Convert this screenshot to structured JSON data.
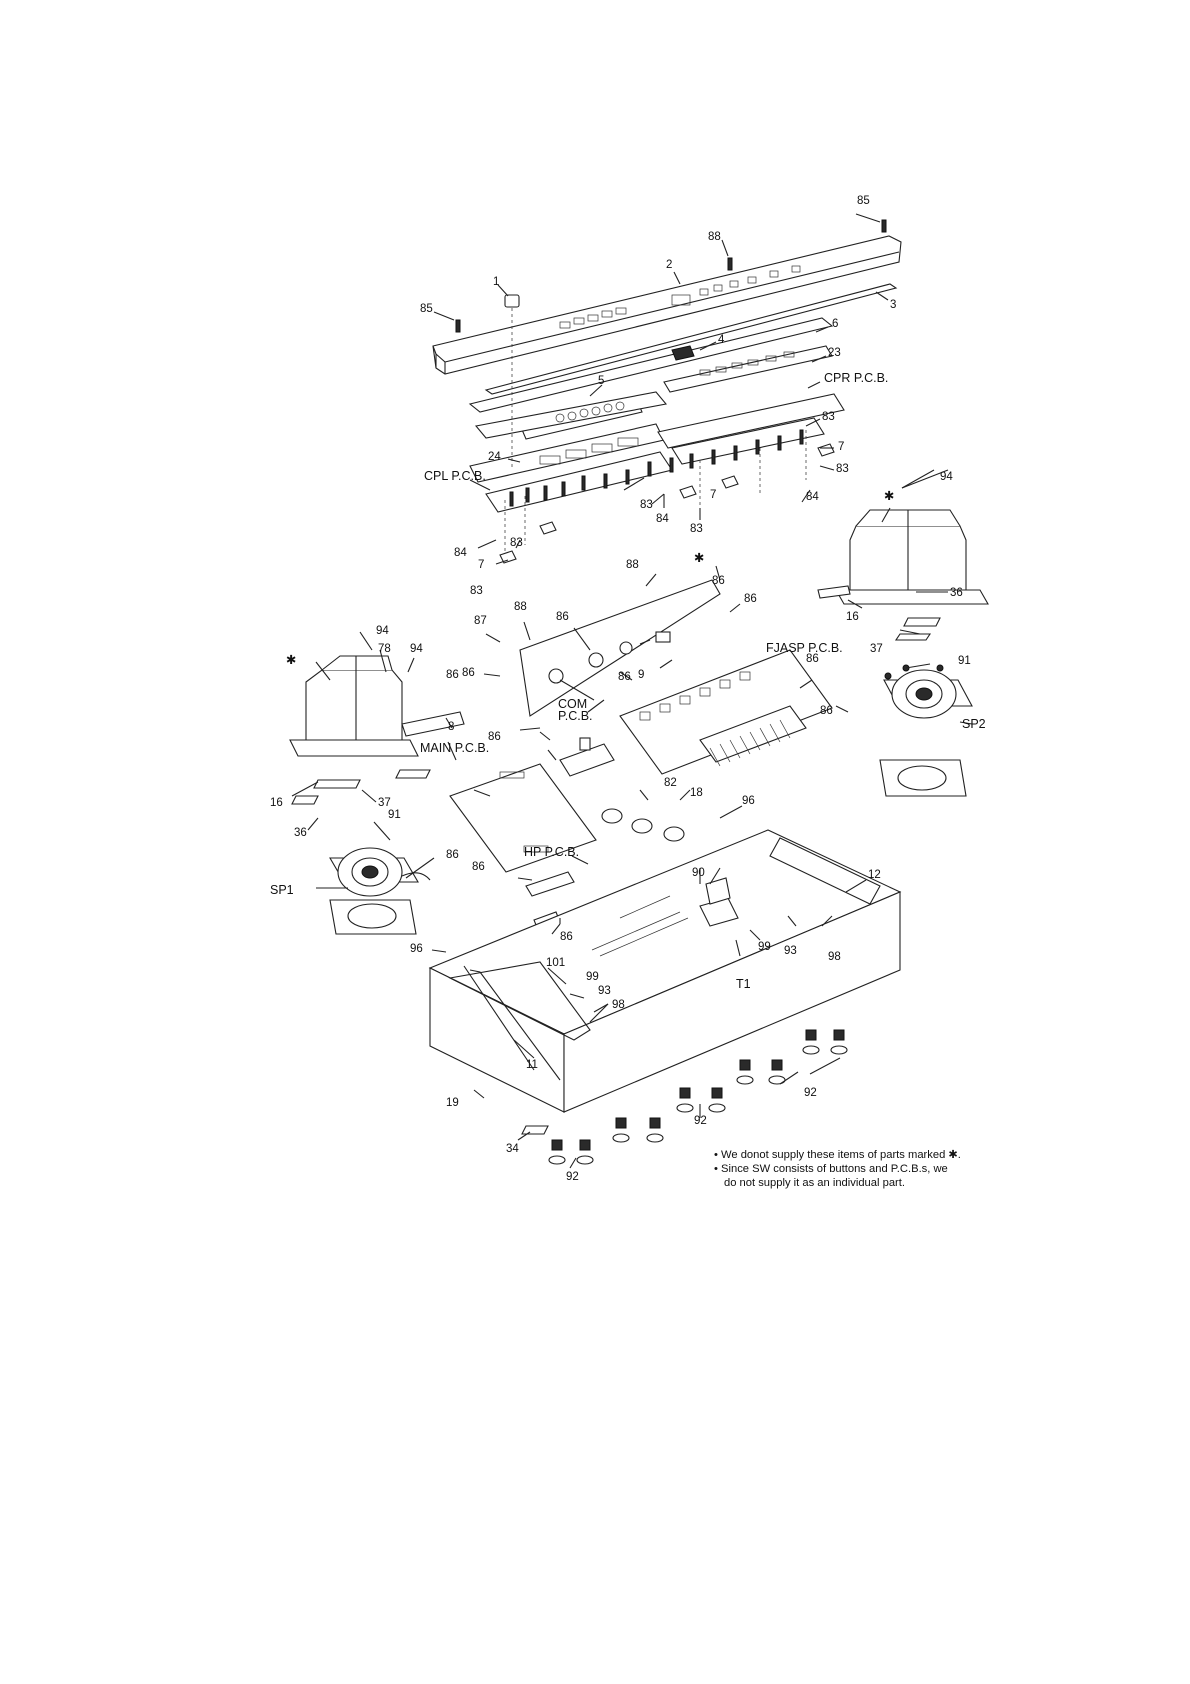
{
  "labels": {
    "l85a": "85",
    "l88a": "88",
    "l2": "2",
    "l3": "3",
    "l1": "1",
    "l85b": "85",
    "l6": "6",
    "l4": "4",
    "l23": "23",
    "l5": "5",
    "cpr": "CPR P.C.B.",
    "l83a": "83",
    "l7a": "7",
    "l83b": "83",
    "l24": "24",
    "cpl": "CPL P.C.B.",
    "l83c": "83",
    "l84a": "84",
    "l7b": "7",
    "l84b": "84",
    "l83d": "83",
    "l84c": "84",
    "l83e": "83",
    "l7c": "7",
    "l83f": "83",
    "l94a": "94",
    "star1": "✱",
    "l16a": "16",
    "l36a": "36",
    "l37a": "37",
    "l91a": "91",
    "l88b": "88",
    "star2": "✱",
    "l86a": "86",
    "l86b": "86",
    "l87": "87",
    "l88c": "88",
    "l86c": "86",
    "l9": "9",
    "fjasp": "FJASP P.C.B.",
    "l86d": "86",
    "l86e": "86",
    "l86f": "86",
    "com1": "COM",
    "com2": "P.C.B.",
    "l86g": "86",
    "sp2": "SP2",
    "l94b": "94",
    "l78": "78",
    "l94c": "94",
    "star3": "✱",
    "l86h": "86",
    "l8": "8",
    "main": "MAIN P.C.B.",
    "l86i": "86",
    "l82": "82",
    "l18": "18",
    "l16b": "16",
    "l37b": "37",
    "l36b": "36",
    "l91b": "91",
    "l86j": "86",
    "sp1": "SP1",
    "l96a": "96",
    "hp": "HP P.C.B.",
    "l86k": "86",
    "l90": "90",
    "l12": "12",
    "l86l": "86",
    "l99a": "99",
    "l93a": "93",
    "l98a": "98",
    "l96b": "96",
    "l101": "101",
    "l99b": "99",
    "l93b": "93",
    "t1": "T1",
    "l98b": "98",
    "l11": "11",
    "l19": "19",
    "l92a": "92",
    "l92b": "92",
    "l34": "34",
    "l92c": "92"
  },
  "notes": {
    "line1": "• We donot supply these items of parts marked ✱.",
    "line2": "• Since SW consists of buttons and P.C.B.s, we",
    "line3": "do not supply it as an individual part."
  }
}
